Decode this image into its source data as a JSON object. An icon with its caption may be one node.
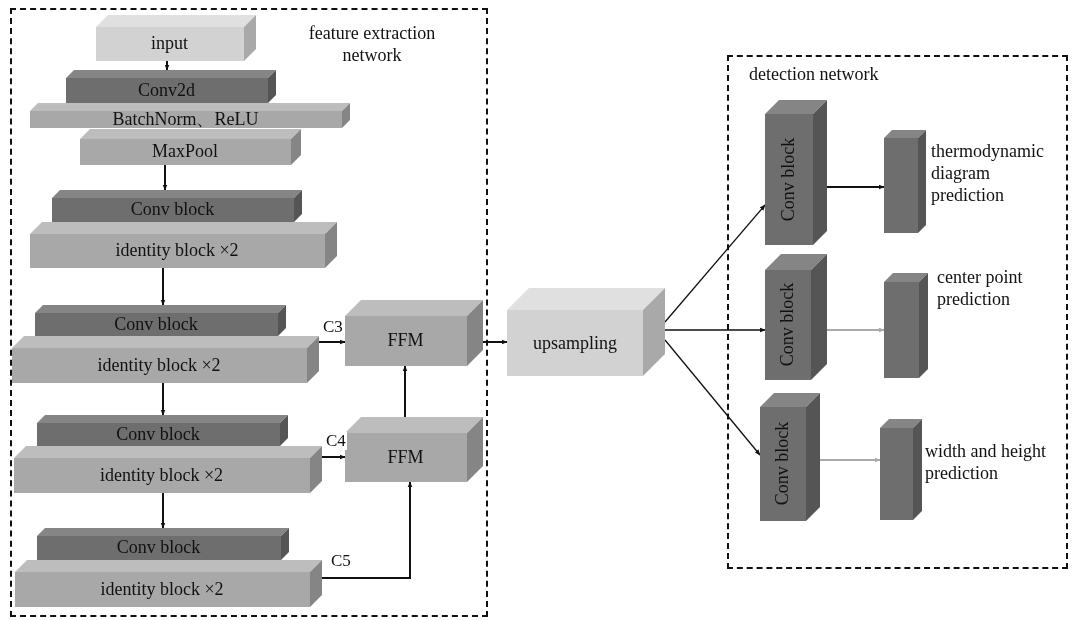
{
  "diagram": {
    "nodes": [
      {
        "text": [
          "feature extraction network"
        ]
      },
      {
        "text": [
          "input"
        ],
        "in": 0
      },
      {
        "text": [
          "Conv2d"
        ],
        "in": 0
      },
      {
        "text": [
          "BatchNorm、ReLU"
        ],
        "in": 0
      },
      {
        "text": [
          "MaxPool"
        ],
        "in": 0
      },
      {
        "text": [
          "Conv block"
        ],
        "in": 0
      },
      {
        "text": [
          "identity block ×2"
        ],
        "in": 0
      },
      {
        "text": [
          "Conv block"
        ],
        "in": 0
      },
      {
        "text": [
          "identity block ×2"
        ],
        "in": 0
      },
      {
        "text": [
          "FFM"
        ],
        "in": 0
      },
      {
        "text": [
          "Conv block"
        ],
        "in": 0
      },
      {
        "text": [
          "identity block ×2"
        ],
        "in": 0
      },
      {
        "text": [
          "FFM"
        ],
        "in": 0
      },
      {
        "text": [
          "Conv block"
        ],
        "in": 0
      },
      {
        "text": [
          "identity block ×2"
        ],
        "in": 0
      },
      {
        "text": [
          "upsampling"
        ]
      },
      {
        "text": [
          "detection network"
        ]
      },
      {
        "text": [
          "Conv block"
        ],
        "in": 16
      },
      {
        "text": [],
        "shape": "box",
        "in": 16,
        "beside": [
          "thermodynamic diagram prediction"
        ]
      },
      {
        "text": [
          "Conv block"
        ],
        "in": 16
      },
      {
        "text": [],
        "shape": "box",
        "in": 16,
        "beside": [
          "center point prediction"
        ]
      },
      {
        "text": [
          "Conv block"
        ],
        "in": 16
      },
      {
        "text": [],
        "shape": "box",
        "in": 16,
        "beside": [
          "width and height prediction"
        ]
      }
    ],
    "edges": [
      {
        "from": 1,
        "to": 2,
        "arrow": "to"
      },
      {
        "from": 4,
        "to": 5,
        "arrow": "to"
      },
      {
        "from": 6,
        "to": 7,
        "arrow": "to"
      },
      {
        "from": 8,
        "to": 10,
        "arrow": "to"
      },
      {
        "from": 11,
        "to": 13,
        "arrow": "to"
      },
      {
        "from": 8,
        "to": 9,
        "arrow": "to",
        "label": "C3"
      },
      {
        "from": 11,
        "to": 12,
        "arrow": "to",
        "label": "C4"
      },
      {
        "from": 14,
        "to": 12,
        "arrow": "to",
        "label": "C5"
      },
      {
        "from": 12,
        "to": 9,
        "arrow": "to"
      },
      {
        "from": 9,
        "to": 15,
        "arrow": "to"
      },
      {
        "from": 15,
        "to": 17,
        "arrow": "to"
      },
      {
        "from": 15,
        "to": 19,
        "arrow": "to"
      },
      {
        "from": 15,
        "to": 21,
        "arrow": "to"
      },
      {
        "from": 17,
        "to": 18,
        "arrow": "to"
      },
      {
        "from": 19,
        "to": 20,
        "arrow": "to",
        "color": "#aaaaaa"
      },
      {
        "from": 21,
        "to": 22,
        "arrow": "to",
        "color": "#aaaaaa"
      }
    ]
  }
}
